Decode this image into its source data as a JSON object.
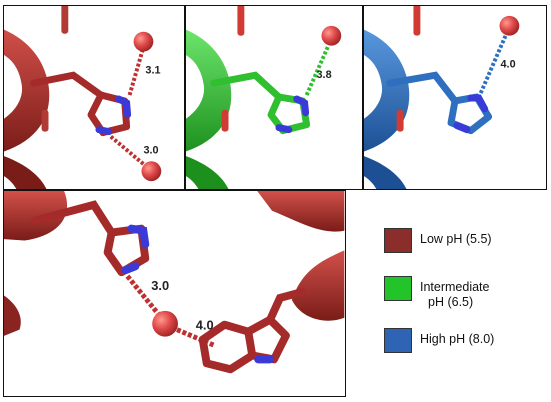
{
  "panels": {
    "low": {
      "distances": [
        "3.1",
        "3.0"
      ],
      "color": "#a52a2a"
    },
    "intermediate": {
      "distances": [
        "3.8"
      ],
      "color": "#2fbf2f"
    },
    "high": {
      "distances": [
        "4.0"
      ],
      "color": "#2f6fbf"
    },
    "detail": {
      "distances": [
        "3.0",
        "4.0"
      ],
      "color": "#a52a2a"
    }
  },
  "legend": {
    "items": [
      {
        "line1": "Low pH (5.5)",
        "line2": "",
        "color": "#8b2e2b"
      },
      {
        "line1": "Intermediate",
        "line2": "pH (6.5)",
        "color": "#22c42a"
      },
      {
        "line1": "High pH (8.0)",
        "line2": "",
        "color": "#2f63b4"
      }
    ]
  },
  "colors": {
    "nitrogen": "#3a3ad8",
    "water": "#e04a4a",
    "border": "#111111"
  }
}
